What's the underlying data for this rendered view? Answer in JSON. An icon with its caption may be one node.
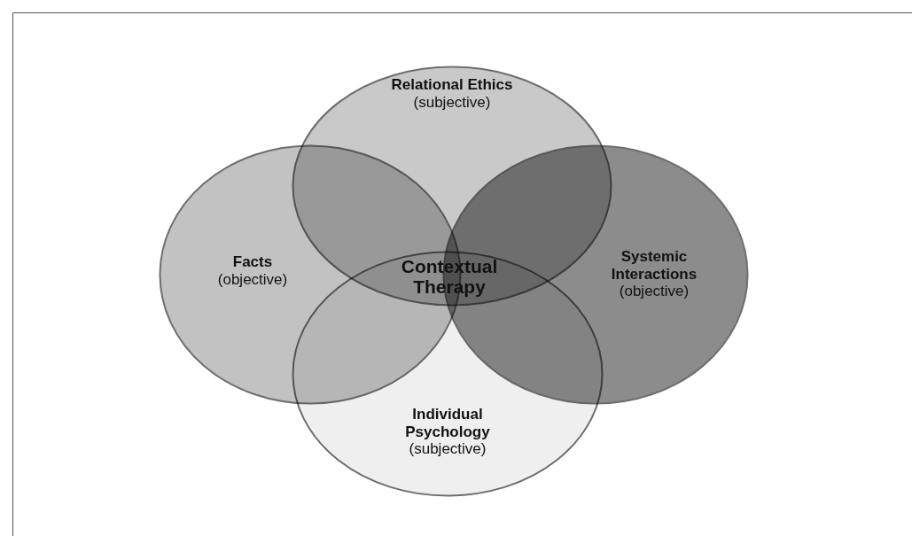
{
  "diagram": {
    "nodes": [
      {
        "text": [
          "Relational Ethics",
          "(subjective)"
        ]
      },
      {
        "text": [
          "Facts",
          "(objective)"
        ]
      },
      {
        "text": [
          "Systemic Interactions",
          "(objective)"
        ]
      },
      {
        "text": [
          "Individual Psychology",
          "(subjective)"
        ]
      }
    ],
    "labels": [
      "Contextual Therapy"
    ]
  }
}
